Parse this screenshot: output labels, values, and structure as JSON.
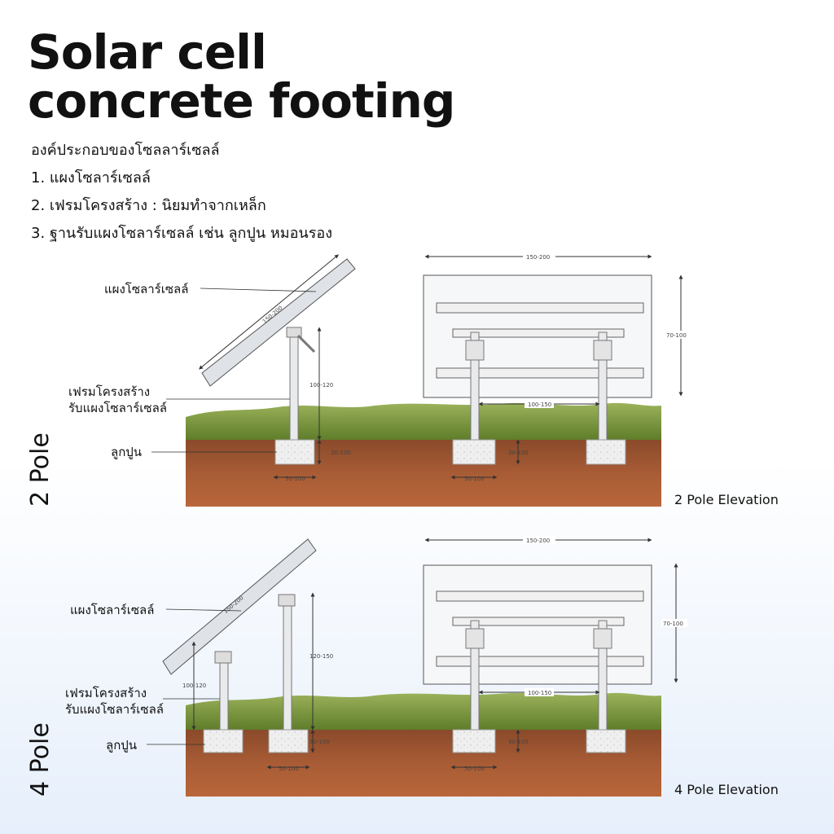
{
  "title": {
    "line1": "Solar cell",
    "line2": "concrete footing"
  },
  "intro": {
    "heading": "องค์ประกอบของโซลลาร์เซลล์",
    "items": [
      "1. แผงโซลาร์เซลล์",
      "2. เฟรมโครงสร้าง : นิยมทำจากเหล็ก",
      "3. ฐานรับแผงโซลาร์เซลล์ เช่น ลูกปูน หมอนรอง"
    ]
  },
  "two_pole": {
    "side_label": "2 Pole",
    "elevation_label": "2 Pole Elevation",
    "labels": {
      "panel": "แผงโซลาร์เซลล์",
      "frame_1": "เฟรมโครงสร้าง",
      "frame_2": "รับแผงโซลาร์เซลล์",
      "footing": "ลูกปูน"
    },
    "dims": {
      "panel_len": "150-200",
      "pole_h": "100-120",
      "foot_h": "30-100",
      "foot_w": "50-100",
      "elev_width": "150-200",
      "elev_height": "70-100",
      "pole_spacing": "100-150",
      "elev_foot_h": "30-100",
      "elev_foot_w": "50-100"
    }
  },
  "four_pole": {
    "side_label": "4 Pole",
    "elevation_label": "4 Pole Elevation",
    "labels": {
      "panel": "แผงโซลาร์เซลล์",
      "frame_1": "เฟรมโครงสร้าง",
      "frame_2": "รับแผงโซลาร์เซลล์",
      "footing": "ลูกปูน"
    },
    "dims": {
      "panel_len": "150-200",
      "front_pole_h": "100-120",
      "rear_pole_h": "120-150",
      "foot_h": "30-100",
      "foot_w": "50-100",
      "elev_width": "150-200",
      "elev_height": "70-100",
      "pole_spacing": "100-150",
      "elev_foot_h": "30-100",
      "elev_foot_w": "50-100"
    }
  },
  "colors": {
    "grass": "#7d9a3e",
    "soil": "#9c5230",
    "concrete": "#eeeeee",
    "steel": "#e8eaec"
  }
}
